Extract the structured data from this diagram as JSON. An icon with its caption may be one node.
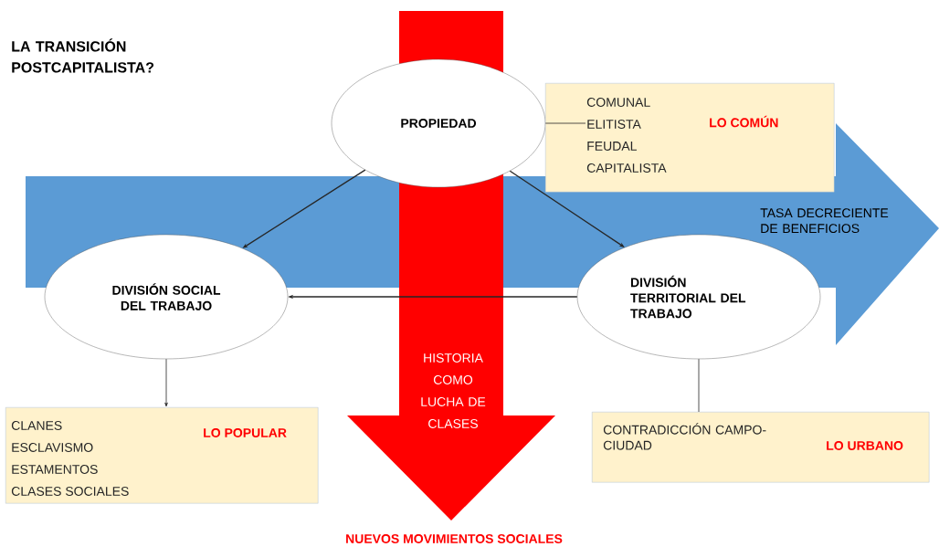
{
  "diagram": {
    "title": "LA TRANSICIÓN POSTCAPITALISTA?",
    "nodes": [
      {
        "text": [
          "PROPIEDAD"
        ]
      },
      {
        "text": [
          "COMUNAL",
          "ELITISTA",
          "FEUDAL",
          "CAPITALISTA",
          "LO COMÚN"
        ]
      },
      {
        "text": [
          "DIVISIÓN SOCIAL DEL TRABAJO"
        ]
      },
      {
        "text": [
          "DIVISIÓN TERRITORIAL DEL TRABAJO"
        ]
      },
      {
        "text": [
          "CLANES",
          "ESCLAVISMO",
          "ESTAMENTOS",
          "CLASES SOCIALES",
          "LO POPULAR"
        ]
      },
      {
        "text": [
          "CONTRADICCIÓN CAMPO-CIUDAD",
          "LO URBANO"
        ]
      }
    ],
    "labels": [
      "TASA DECRECIENTE DE BENEFICIOS",
      "HISTORIA COMO LUCHA DE CLASES",
      "NUEVOS MOVIMIENTOS SOCIALES"
    ],
    "edges": [
      {
        "from": 0,
        "to": 1,
        "arrow": "none"
      },
      {
        "from": 0,
        "to": 2,
        "arrow": "to"
      },
      {
        "from": 0,
        "to": 3,
        "arrow": "to"
      },
      {
        "from": 3,
        "to": 2,
        "arrow": "to"
      },
      {
        "from": 2,
        "to": 4,
        "arrow": "to"
      },
      {
        "from": 3,
        "to": 5,
        "arrow": "none"
      }
    ]
  }
}
